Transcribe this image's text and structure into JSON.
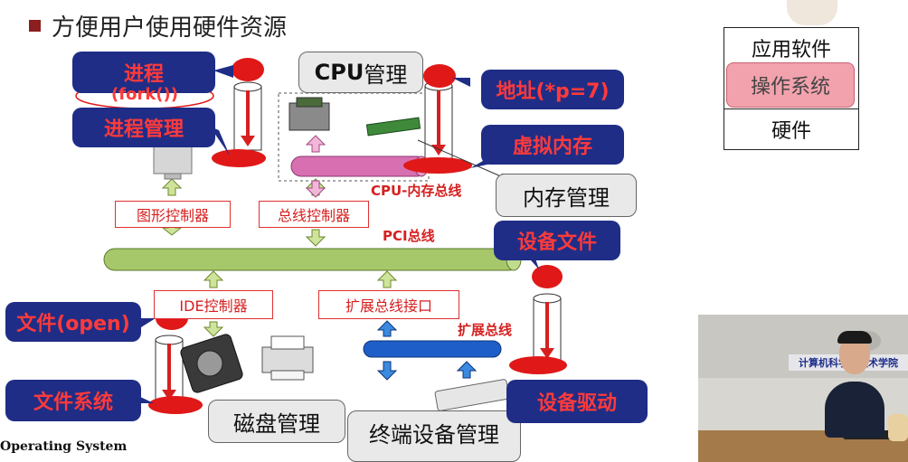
{
  "slide": {
    "heading": "方便用户使用硬件资源",
    "footer": "Operating System"
  },
  "callouts": {
    "process": "进程",
    "fork": "(fork())",
    "process_mgmt": "进程管理",
    "cpu_mgmt_cpu": "CPU",
    "cpu_mgmt_rest": "管理",
    "address": "地址(*p=7)",
    "virtual_memory": "虚拟内存",
    "memory_mgmt": "内存管理",
    "device_file": "设备文件",
    "file_open": "文件(open)",
    "file_system": "文件系统",
    "disk_mgmt": "磁盘管理",
    "terminal_mgmt": "终端设备管理",
    "device_driver": "设备驱动"
  },
  "controllers": {
    "graphics": "图形控制器",
    "bus": "总线控制器",
    "ide": "IDE控制器",
    "ext_bus_if": "扩展总线接口"
  },
  "bus_labels": {
    "cpu_mem_bus": "CPU-内存总线",
    "pci_bus": "PCI总线",
    "ext_bus": "扩展总线"
  },
  "layer_stack": {
    "app": "应用软件",
    "os": "操作系统",
    "hw": "硬件"
  },
  "video": {
    "banner": "计算机科学与技术学院"
  },
  "colors": {
    "callout_bg": "#1f2d86",
    "callout_text": "#ff3a3a",
    "bus_green": "#a6c86a",
    "cpu_bus_pink": "#d86fb0",
    "ext_bus_blue": "#1e5ec8",
    "highlight_os": "#f2a2ad"
  }
}
